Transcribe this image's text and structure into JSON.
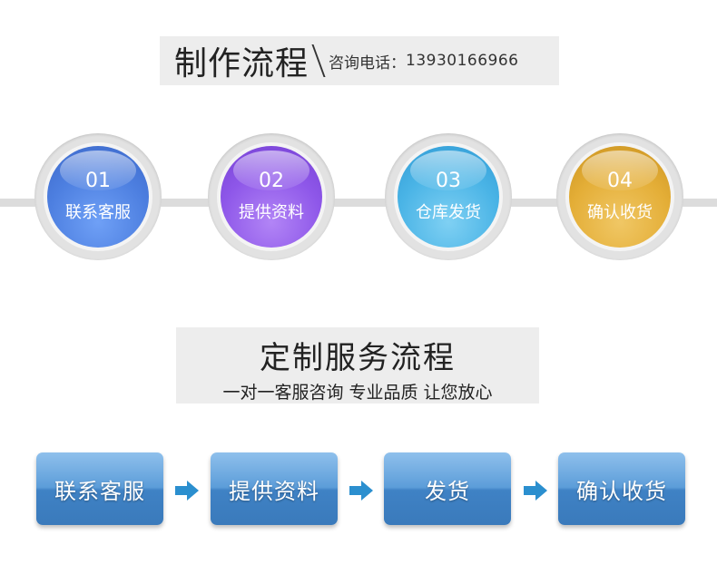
{
  "header": {
    "title": "制作流程",
    "contact_label": "咨询电话：",
    "phone": "13930166966"
  },
  "steps": [
    {
      "num": "01",
      "label": "联系客服",
      "color": "#4d7fe0"
    },
    {
      "num": "02",
      "label": "提供资料",
      "color": "#8e57e9"
    },
    {
      "num": "03",
      "label": "仓库发货",
      "color": "#4ab4e6"
    },
    {
      "num": "04",
      "label": "确认收货",
      "color": "#e4ae37"
    }
  ],
  "custom": {
    "title": "定制服务流程",
    "subtitle": "一对一客服咨询 专业品质 让您放心"
  },
  "process_buttons": [
    {
      "label": "联系客服"
    },
    {
      "label": "提供资料"
    },
    {
      "label": "发货"
    },
    {
      "label": "确认收货"
    }
  ],
  "arrow_color": "#2b8fcf"
}
